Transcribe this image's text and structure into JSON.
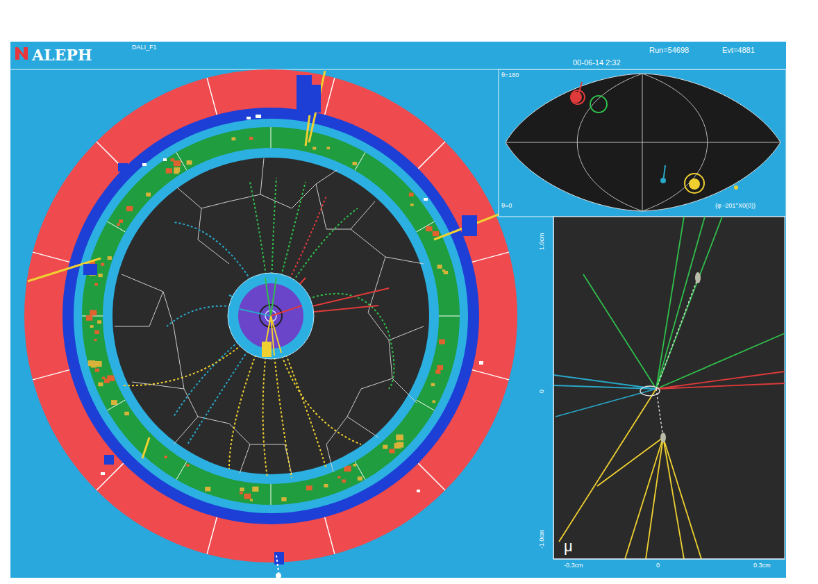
{
  "diagram": {
    "title": "ALEPH",
    "labels": [
      "DALI_F1",
      "Run=54698",
      "Evt=4881",
      "00-06-14  2:32",
      "θ=180",
      "θ=0",
      "(φ -201°X0(0))",
      "μ",
      "1.0cm",
      "0",
      "-1.0cm",
      "-0.3cm",
      "0",
      "0.3cm"
    ]
  }
}
